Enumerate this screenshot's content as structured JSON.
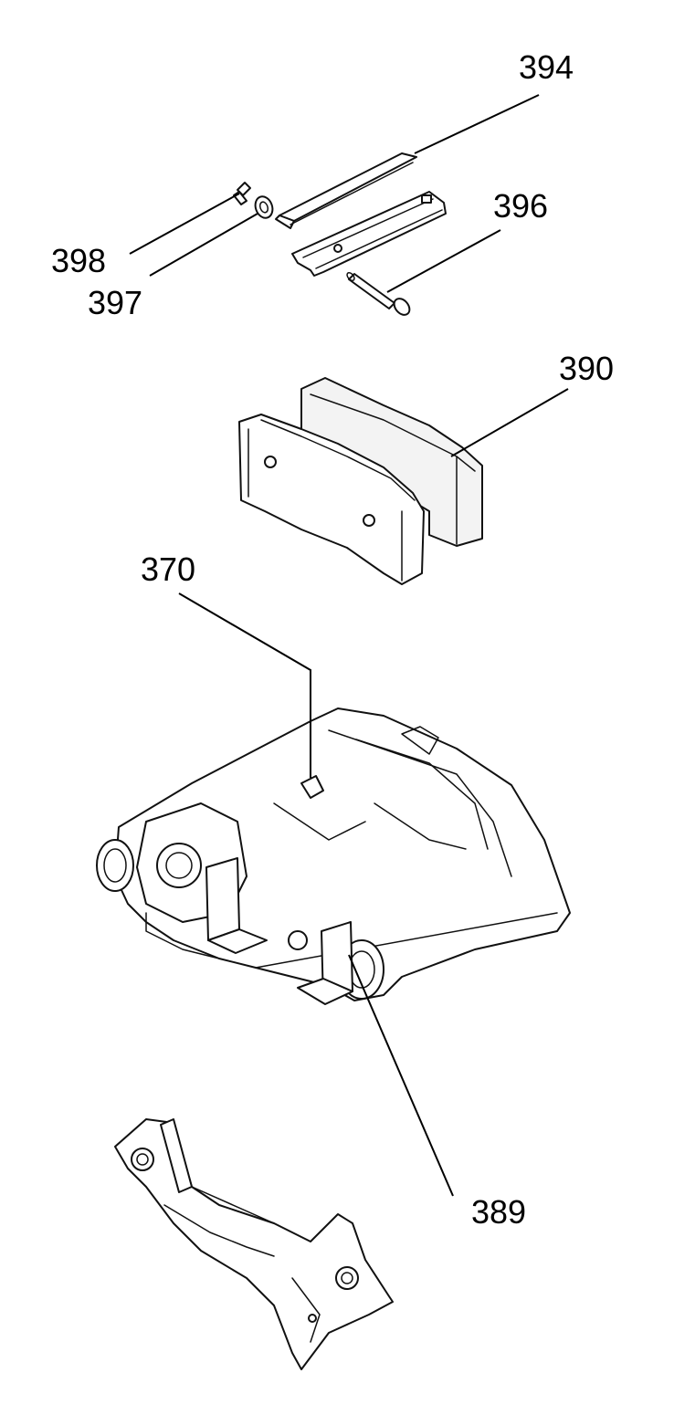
{
  "callouts": {
    "c394": "394",
    "c396": "396",
    "c398": "398",
    "c397": "397",
    "c390": "390",
    "c370": "370",
    "c389": "389"
  }
}
